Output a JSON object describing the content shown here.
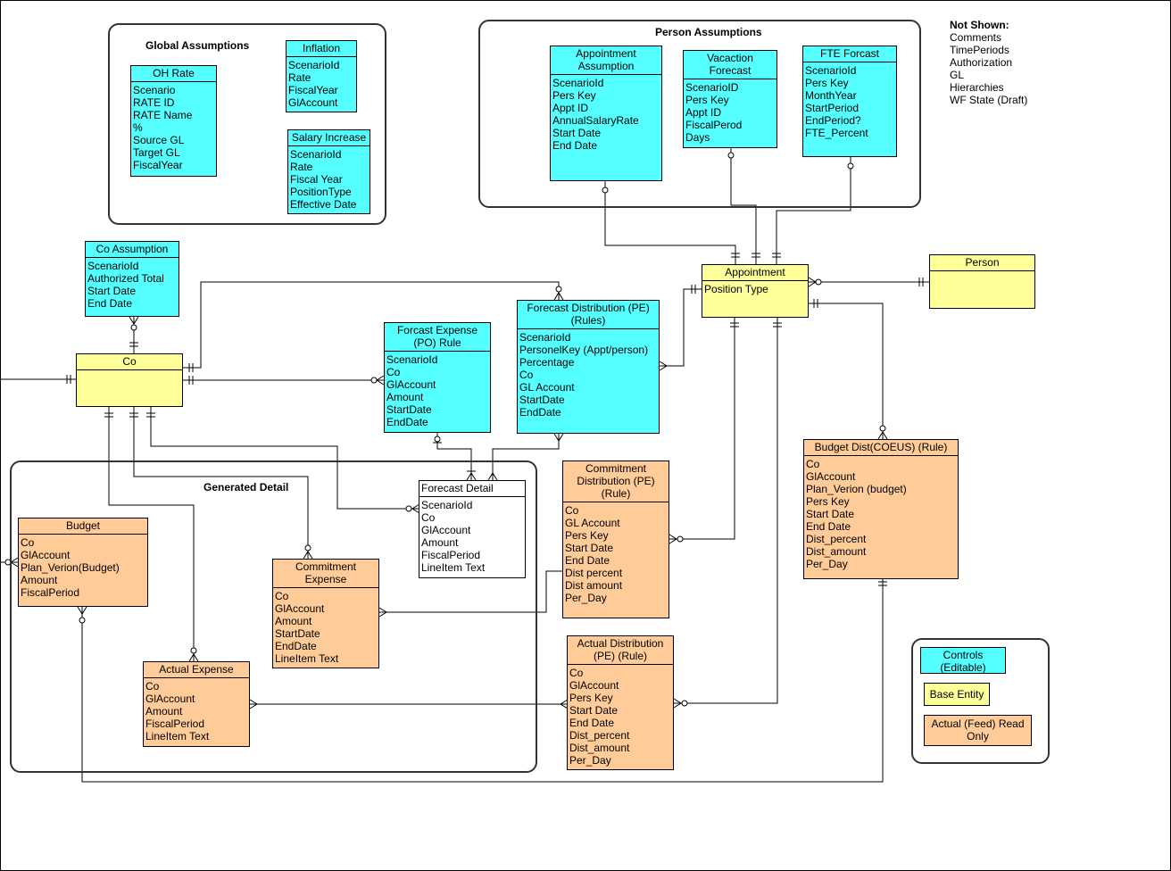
{
  "groups": {
    "global": "Global Assumptions",
    "person": "Person Assumptions",
    "generated": "Generated Detail"
  },
  "entities": {
    "oh_rate": {
      "title": "OH Rate",
      "attrs": [
        "Scenario",
        "RATE ID",
        "RATE Name",
        "%",
        "Source GL",
        "Target GL",
        "FiscalYear"
      ]
    },
    "inflation": {
      "title": "Inflation",
      "attrs": [
        "ScenarioId",
        "Rate",
        "FiscalYear",
        "GlAccount"
      ]
    },
    "salary_increase": {
      "title": "Salary Increase",
      "attrs": [
        "ScenarioId",
        "Rate",
        "Fiscal Year",
        "PositionType",
        "Effective Date"
      ]
    },
    "appointment_assumption": {
      "title": "Appointment Assumption",
      "attrs": [
        "ScenarioId",
        "Pers Key",
        "Appt ID",
        "AnnualSalaryRate",
        "Start Date",
        "End Date"
      ]
    },
    "vacation_forecast": {
      "title": "Vacaction Forecast",
      "attrs": [
        "ScenarioID",
        "Pers Key",
        "Appt ID",
        "FiscalPerod",
        "Days"
      ]
    },
    "fte_forcast": {
      "title": "FTE Forcast",
      "attrs": [
        "ScenarioId",
        "Pers Key",
        "MonthYear",
        "StartPeriod",
        "EndPeriod?",
        "FTE_Percent"
      ]
    },
    "co_assumption": {
      "title": "Co Assumption",
      "attrs": [
        "ScenarioId",
        "Authorized Total",
        "Start Date",
        "End Date"
      ]
    },
    "co": {
      "title": "Co",
      "attrs": []
    },
    "appointment": {
      "title": "Appointment",
      "attrs": [
        "Position Type"
      ]
    },
    "person": {
      "title": "Person",
      "attrs": []
    },
    "forcast_expense": {
      "title": "Forcast Expense (PO) Rule",
      "attrs": [
        "ScenarioId",
        "Co",
        "GlAccount",
        "Amount",
        "StartDate",
        "EndDate"
      ]
    },
    "forecast_distribution": {
      "title": "Forecast Distribution (PE) (Rules)",
      "attrs": [
        "ScenarioId",
        "PersonelKey (Appt/person)",
        "Percentage",
        "Co",
        "GL Account",
        "StartDate",
        "EndDate"
      ]
    },
    "forecast_detail": {
      "title": "Forecast Detail",
      "attrs": [
        "ScenarioId",
        "Co",
        "GlAccount",
        "Amount",
        "FiscalPeriod",
        "LineItem Text"
      ]
    },
    "commitment_distribution": {
      "title": "Commitment Distribution (PE) (Rule)",
      "attrs": [
        "Co",
        "GL Account",
        "Pers Key",
        "Start Date",
        "End Date",
        "Dist percent",
        "Dist amount",
        "Per_Day"
      ]
    },
    "budget_dist": {
      "title": "Budget  Dist(COEUS) (Rule)",
      "attrs": [
        "Co",
        "GlAccount",
        "Plan_Verion (budget)",
        "Pers Key",
        "Start Date",
        "End Date",
        "Dist_percent",
        "Dist_amount",
        "Per_Day"
      ]
    },
    "budget": {
      "title": "Budget",
      "attrs": [
        "Co",
        "GlAccount",
        "Plan_Verion(Budget)",
        "Amount",
        "FiscalPeriod"
      ]
    },
    "commitment_expense": {
      "title": "Commitment Expense",
      "attrs": [
        "Co",
        "GlAccount",
        "Amount",
        "StartDate",
        "EndDate",
        "LineItem Text"
      ]
    },
    "actual_expense": {
      "title": "Actual Expense",
      "attrs": [
        "Co",
        "GlAccount",
        "Amount",
        "FiscalPeriod",
        "LineItem Text"
      ]
    },
    "actual_distribution": {
      "title": "Actual Distribution (PE) (Rule)",
      "attrs": [
        "Co",
        "GlAccount",
        "Pers Key",
        "Start Date",
        "End Date",
        "Dist_percent",
        "Dist_amount",
        "Per_Day"
      ]
    }
  },
  "not_shown": {
    "heading": "Not Shown:",
    "items": [
      "Comments",
      "TimePeriods",
      "Authorization",
      "GL",
      "Hierarchies",
      "WF State (Draft)"
    ]
  },
  "legend": {
    "controls": "Controls (Editable)",
    "base": "Base Entity",
    "actual": "Actual (Feed) Read Only"
  },
  "colors": {
    "controls": "#55ffff",
    "base": "#ffff99",
    "actual": "#ffcc99"
  }
}
